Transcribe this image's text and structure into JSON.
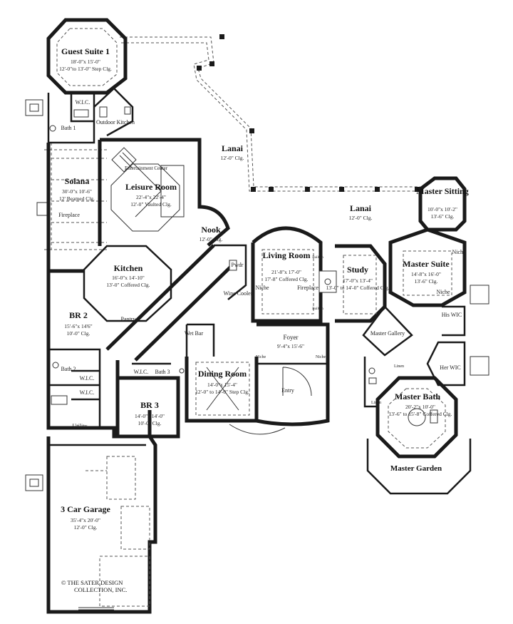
{
  "rooms": [
    {
      "id": "guest-suite-1",
      "name": "Guest Suite 1",
      "dims": "18'-0\"x 15'-0\"",
      "ceiling": "12'-0\"to 13'-0\" Step Clg."
    },
    {
      "id": "solana",
      "name": "Solana",
      "dims": "30'-0\"x 10'-6\"",
      "ceiling": "12' Beamed Clg."
    },
    {
      "id": "leisure-room",
      "name": "Leisure Room",
      "dims": "22'-4\"x 22'-4\"",
      "ceiling": "12'-0\" Vaulted Clg."
    },
    {
      "id": "lanai-north",
      "name": "Lanai",
      "dims": "",
      "ceiling": "12'-0\" Clg."
    },
    {
      "id": "lanai-east",
      "name": "Lanai",
      "dims": "",
      "ceiling": "12'-0\" Clg."
    },
    {
      "id": "master-sitting",
      "name": "Master Sitting",
      "dims": "10'-0\"x 10'-2\"",
      "ceiling": "13'-6\" Clg."
    },
    {
      "id": "nook",
      "name": "Nook",
      "dims": "",
      "ceiling": "12'-0\" Clg."
    },
    {
      "id": "living-room",
      "name": "Living Room",
      "dims": "21'-8\"x 17'-0\"",
      "ceiling": "17'-8\" Coffered Clg."
    },
    {
      "id": "study",
      "name": "Study",
      "dims": "17'-0\"x 13'-4\"",
      "ceiling": "13'-0\" to 14'-0\" Coffered Clg."
    },
    {
      "id": "master-suite",
      "name": "Master Suite",
      "dims": "14'-8\"x 16'-0\"",
      "ceiling": "13'-6\" Clg."
    },
    {
      "id": "kitchen",
      "name": "Kitchen",
      "dims": "16'-0\"x 14'-10\"",
      "ceiling": "13'-0\" Coffered Clg."
    },
    {
      "id": "br-2",
      "name": "BR 2",
      "dims": "15'-6\"x 14'6\"",
      "ceiling": "10'-0\" Clg."
    },
    {
      "id": "foyer",
      "name": "Foyer",
      "dims": "9'-4\"x 15'-6\"",
      "ceiling": ""
    },
    {
      "id": "dining-room",
      "name": "Dining Room",
      "dims": "14'-0\"x 15'-4\"",
      "ceiling": "12'-0\" to 14'-0\" Step Clg."
    },
    {
      "id": "br-3",
      "name": "BR 3",
      "dims": "14'-0\"x 14'-0\"",
      "ceiling": "10'-0\" Clg."
    },
    {
      "id": "master-bath",
      "name": "Master Bath",
      "dims": "20'-2\"x 10'-0\"",
      "ceiling": "13'-6\" to 15'-8\" Coffered Clg."
    },
    {
      "id": "garage",
      "name": "3 Car Garage",
      "dims": "35'-4\"x 20'-0\"",
      "ceiling": "12'-0\" Clg."
    }
  ],
  "labels": {
    "wic_guest": "W.I.C.",
    "bath1": "Bath 1",
    "outdoor_kitchen": "Outdoor Kitchen",
    "entertainment_center": "Entertainment Center",
    "fireplace_solana": "Fireplace",
    "pwdr": "Pwdr",
    "wine_cooler": "Wine Cooler",
    "niche_living": "Niche",
    "fireplace_living": "Fireplace",
    "builtin_1": "Built-in",
    "builtin_2": "Built-in",
    "niche_master_1": "Niche",
    "niche_master_2": "Niche",
    "his_wic": "His WIC",
    "her_wic": "Her WIC",
    "master_gallery": "Master Gallery",
    "linen_1": "Linen",
    "linen_2": "Linen",
    "pantry": "Pantry",
    "wet_bar": "Wet Bar",
    "niche_foyer_1": "Niche",
    "niche_foyer_2": "Niche",
    "bath2": "Bath 2",
    "wic_br2a": "W.I.C.",
    "wic_br2b": "W.I.C.",
    "wic_br3": "W.I.C.",
    "bath3": "Bath 3",
    "entry": "Entry",
    "utility": "Utility",
    "master_garden": "Master Garden"
  },
  "copyright": {
    "line1": "© THE SATER DESIGN",
    "line2": "COLLECTION, INC."
  }
}
